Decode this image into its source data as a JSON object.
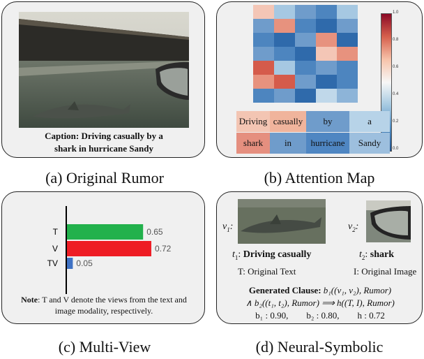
{
  "panel_a": {
    "caption_line1": "Caption: Driving casually by a",
    "caption_line2": "shark in hurricane Sandy",
    "label": "(a) Original Rumor"
  },
  "panel_b": {
    "label": "(b) Attention Map",
    "colorbar_ticks": [
      "1.0",
      "0.8",
      "0.6",
      "0.4",
      "0.2",
      "0.0"
    ],
    "tokens_row1": [
      "Driving",
      "casually",
      "by",
      "a"
    ],
    "tokens_row2": [
      "shark",
      "in",
      "hurricane",
      "Sandy"
    ],
    "token_colors_row1": [
      "#f3c5b3",
      "#f0b49c",
      "#6f9ccb",
      "#b7d3e8"
    ],
    "token_colors_row2": [
      "#e58f7f",
      "#6f9ccb",
      "#4f86c2",
      "#9dbfde"
    ]
  },
  "panel_c": {
    "label": "(c) Multi-View",
    "note_bold": "Note",
    "note_line1": ": T and V denote the views from the text and",
    "note_line2": "image modality, respectively.",
    "chart_data": {
      "type": "bar",
      "orientation": "horizontal",
      "categories": [
        "T",
        "V",
        "TV"
      ],
      "values": [
        0.65,
        0.72,
        0.05
      ],
      "value_labels": [
        "0.65",
        "0.72",
        "0.05"
      ],
      "colors": [
        "#22b14c",
        "#ee1c24",
        "#3f72c4"
      ]
    }
  },
  "panel_d": {
    "label": "(d) Neural-Symbolic",
    "v1": "v",
    "v1_sub": "1",
    "v2": "v",
    "v2_sub": "2",
    "t1_var": "t",
    "t1_sub": "1",
    "t1_text": "Driving casually",
    "t2_var": "t",
    "t2_sub": "2",
    "t2_text": "shark",
    "T_def": "T: Original Text",
    "I_def": "I: Original Image",
    "clause_bold": "Generated Clause:",
    "clause_line1_rest": " b₁((v₁, v₂), Rumor)",
    "clause_line2": "∧ b₂((t₁, t₂), Rumor)  ⟹  h((T, I), Rumor)",
    "clause_line3": "b₁ : 0.90,        b₂ : 0.80,        h : 0.72"
  }
}
